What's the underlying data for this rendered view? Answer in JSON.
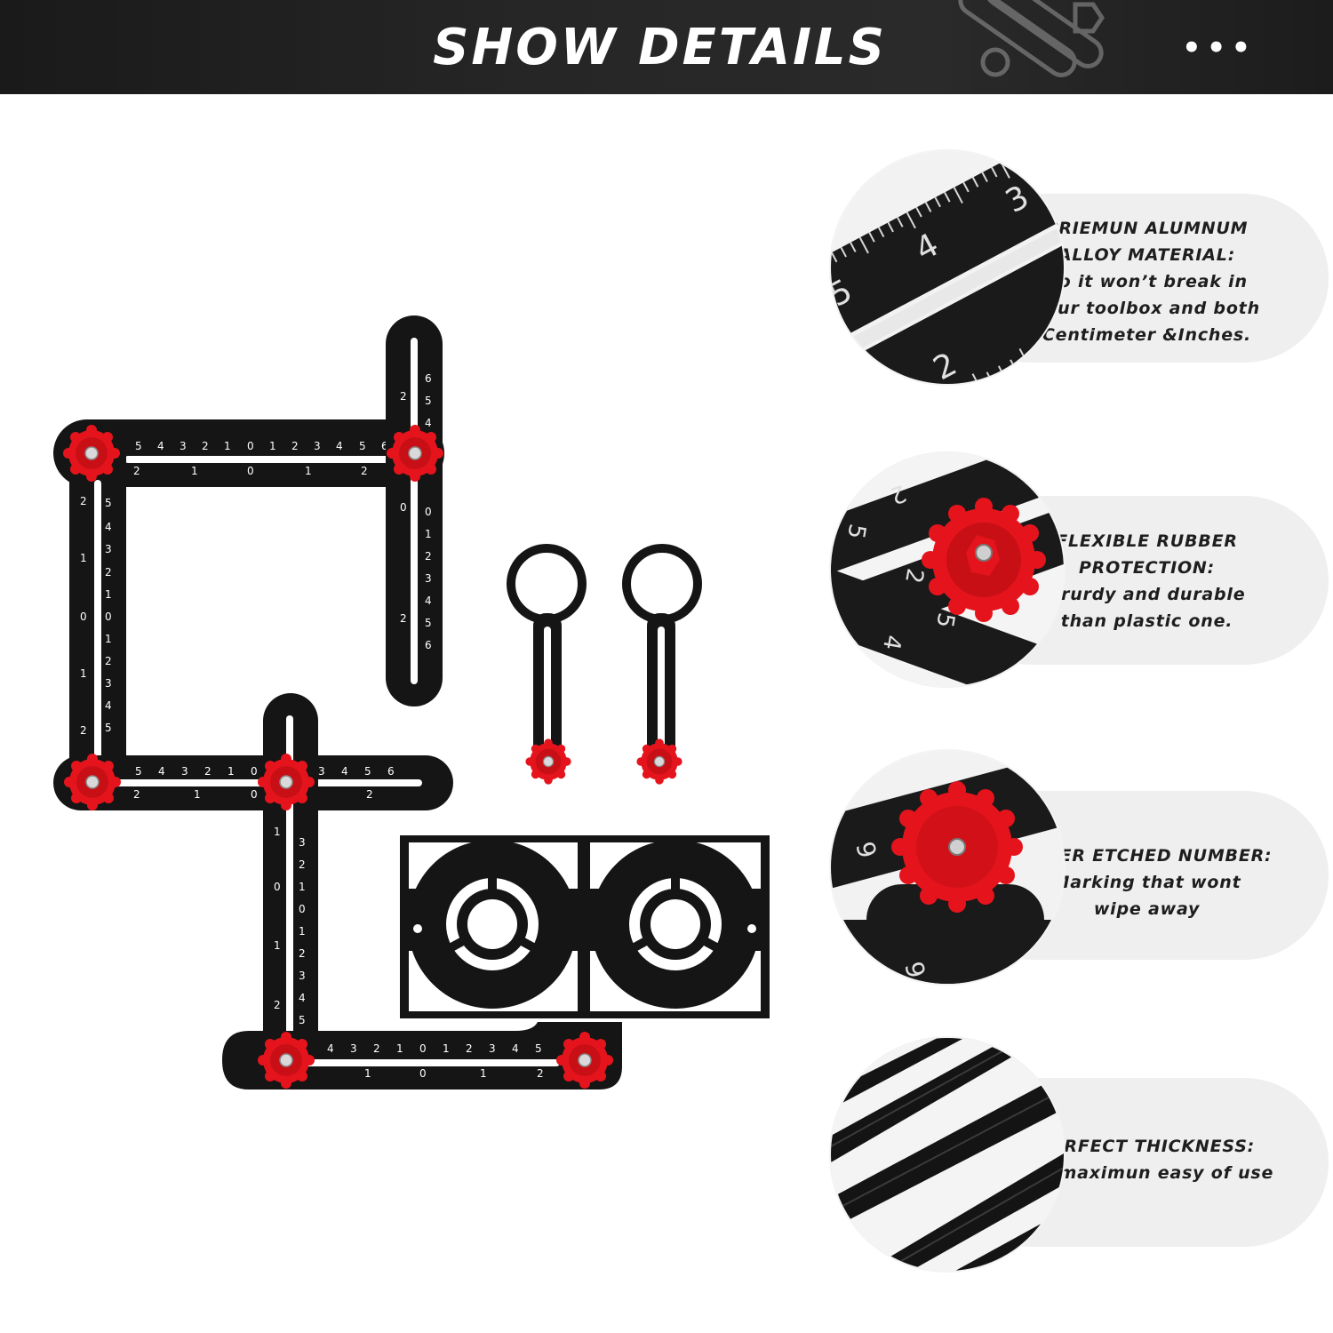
{
  "header": {
    "title": "SHOW DETAILS",
    "menu_icon": "more-dots-icon",
    "decor_icon": "wrench-icon"
  },
  "product": {
    "ruler_numbers": [
      "6",
      "5",
      "4",
      "3",
      "2",
      "1",
      "0",
      "1",
      "2",
      "3",
      "4",
      "5",
      "6"
    ],
    "inch_numbers": [
      "2",
      "1",
      "0",
      "1",
      "2"
    ],
    "knob_color": "#e5141c",
    "metal_color": "#151515"
  },
  "features": [
    {
      "lines": [
        "PRIEMUN ALUMNUM",
        "ALLOY MATERIAL:",
        "So it won’t break in",
        "your toolbox and both",
        "Centimeter &Inches."
      ],
      "image_numbers": [
        "3",
        "4",
        "5",
        "2"
      ]
    },
    {
      "lines": [
        "FLEXIBLE RUBBER",
        "PROTECTION:",
        "Srurdy and durable",
        "than plastic one."
      ],
      "image_numbers": [
        "2",
        "5",
        "2",
        "5",
        "4"
      ]
    },
    {
      "lines": [
        "LAZER ETCHED NUMBER:",
        "Marking that wont",
        "wipe away"
      ],
      "image_numbers": [
        "6",
        "6"
      ]
    },
    {
      "lines": [
        "PERFECT THICKNESS:",
        "For maximun easy of use"
      ]
    }
  ]
}
